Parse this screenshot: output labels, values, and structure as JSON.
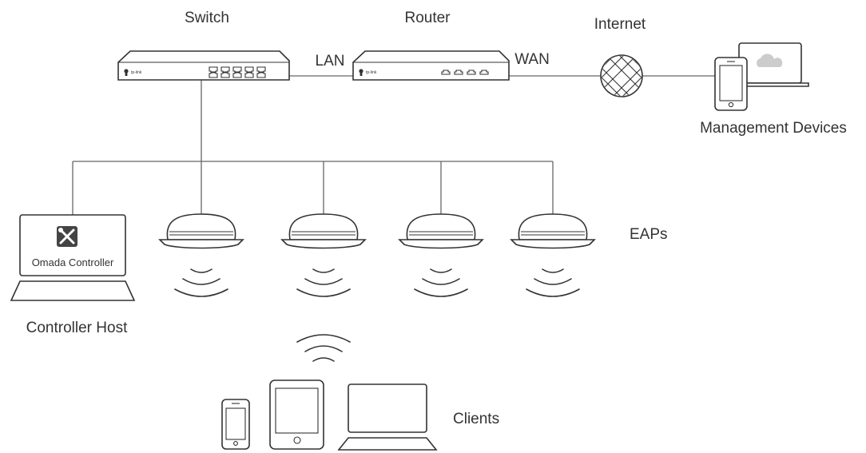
{
  "labels": {
    "switch": "Switch",
    "router": "Router",
    "internet": "Internet",
    "management_devices": "Management Devices",
    "lan": "LAN",
    "wan": "WAN",
    "eaps": "EAPs",
    "controller_host": "Controller Host",
    "omada_controller": "Omada Controller",
    "clients": "Clients",
    "switch_brand": "tp-link",
    "router_brand": "tp-link"
  },
  "icons": {
    "switch": "network-switch-icon",
    "router": "router-icon",
    "internet": "globe-icon",
    "management": "phone-laptop-cloud-icon",
    "controller": "laptop-tools-icon",
    "eap": "ceiling-access-point-icon",
    "wireless": "wifi-waves-icon",
    "clients": "phone-tablet-laptop-icon"
  },
  "colors": {
    "line": "#666666",
    "device_stroke": "#333333",
    "cloud": "#cccccc",
    "text": "#333333"
  }
}
